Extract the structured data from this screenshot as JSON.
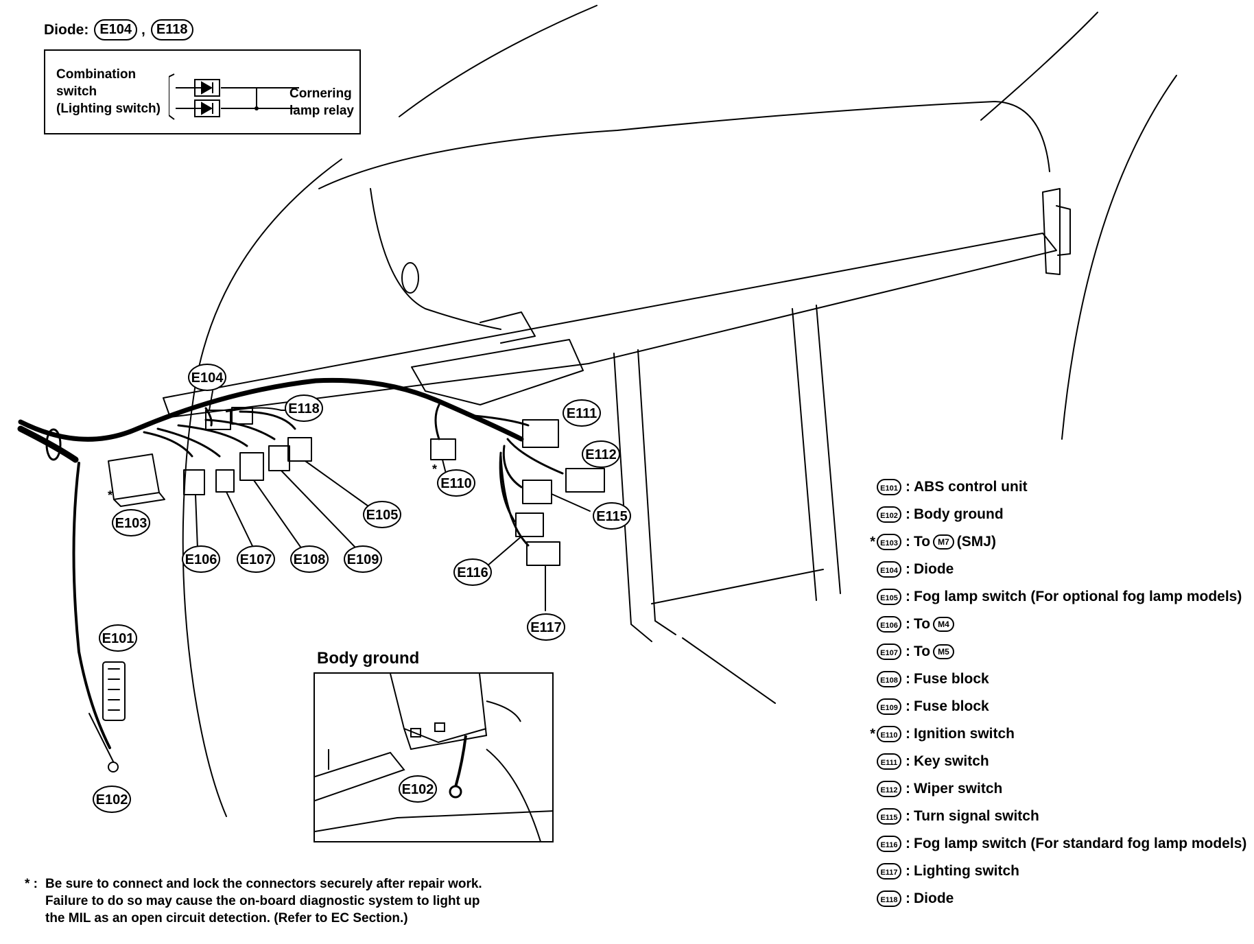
{
  "diode_panel": {
    "header_label": "Diode:",
    "header_connectors": [
      "E104",
      "E118"
    ],
    "left_lines": [
      "Combination",
      "switch",
      "(Lighting switch)"
    ],
    "right_lines": [
      "Cornering",
      "lamp relay"
    ]
  },
  "callouts": {
    "E101": "E101",
    "E102": "E102",
    "E103": "E103",
    "E104": "E104",
    "E105": "E105",
    "E106": "E106",
    "E107": "E107",
    "E108": "E108",
    "E109": "E109",
    "E110": "E110",
    "E111": "E111",
    "E112": "E112",
    "E115": "E115",
    "E116": "E116",
    "E117": "E117",
    "E118": "E118"
  },
  "asterisk": "*",
  "body_ground": {
    "title": "Body ground",
    "callout": "E102"
  },
  "legend": [
    {
      "code": "E101",
      "text": "ABS control unit",
      "star": false
    },
    {
      "code": "E102",
      "text": "Body ground",
      "star": false
    },
    {
      "code": "E103",
      "text": "To",
      "ref": "M7",
      "suffix": "(SMJ)",
      "star": true
    },
    {
      "code": "E104",
      "text": "Diode",
      "star": false
    },
    {
      "code": "E105",
      "text": "Fog lamp switch (For optional fog lamp models)",
      "star": false
    },
    {
      "code": "E106",
      "text": "To",
      "ref": "M4",
      "star": false
    },
    {
      "code": "E107",
      "text": "To",
      "ref": "M5",
      "star": false
    },
    {
      "code": "E108",
      "text": "Fuse block",
      "star": false
    },
    {
      "code": "E109",
      "text": "Fuse block",
      "star": false
    },
    {
      "code": "E110",
      "text": "Ignition switch",
      "star": true
    },
    {
      "code": "E111",
      "text": "Key switch",
      "star": false
    },
    {
      "code": "E112",
      "text": "Wiper switch",
      "star": false
    },
    {
      "code": "E115",
      "text": "Turn signal switch",
      "star": false
    },
    {
      "code": "E116",
      "text": "Fog lamp switch (For standard fog lamp models)",
      "star": false
    },
    {
      "code": "E117",
      "text": "Lighting switch",
      "star": false
    },
    {
      "code": "E118",
      "text": "Diode",
      "star": false
    }
  ],
  "footnote": {
    "prefix": "* :",
    "lines": [
      "Be sure to connect and lock the connectors securely after repair work.",
      "Failure to do so may cause the on-board diagnostic system to light up",
      "the MIL as an open circuit detection. (Refer to EC Section.)"
    ]
  }
}
